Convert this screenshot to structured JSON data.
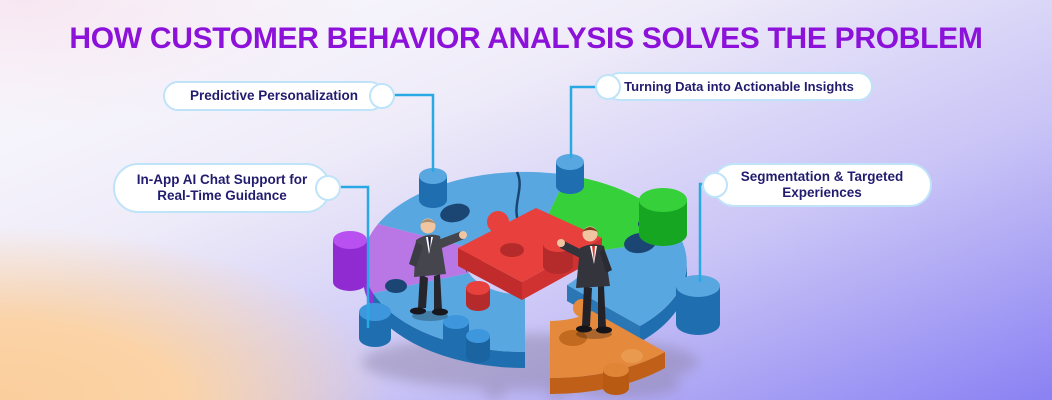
{
  "title": "HOW CUSTOMER BEHAVIOR ANALYSIS SOLVES THE PROBLEM",
  "callouts": {
    "predictive": {
      "label": "Predictive Personalization"
    },
    "insights": {
      "label": "Turning Data into Actionable Insights"
    },
    "chat": {
      "label": "In-App AI Chat Support for Real-Time Guidance"
    },
    "segmentation": {
      "label": "Segmentation & Targeted Experiences"
    }
  },
  "illustration": {
    "name": "isometric-puzzle-teamwork",
    "description": "Two businessmen placing a red puzzle piece into a circular isometric jigsaw ring made of blue, purple, green and orange pieces with peg cylinders",
    "icons": [
      "puzzle-ring-icon",
      "red-puzzle-piece-icon",
      "businessman-left-icon",
      "businessman-right-icon"
    ]
  },
  "colors": {
    "title": "#8c12d9",
    "pill_border": "#bfe3f8",
    "pill_text": "#221c6e",
    "connector_line": "#29a9e3",
    "puzzle_blue": "#58a7e0",
    "puzzle_blue_dark": "#1f6fb0",
    "puzzle_navy": "#1b4674",
    "puzzle_purple": "#b877e4",
    "puzzle_purple_dark": "#8f35d6",
    "puzzle_green": "#35d03a",
    "puzzle_green_dark": "#17a621",
    "puzzle_orange": "#e5893c",
    "puzzle_orange_dark": "#c06018",
    "puzzle_red": "#e8403c",
    "puzzle_red_dark": "#c22b2b",
    "background_peach": "#fbce9d",
    "background_periwinkle": "#8a81f3"
  }
}
